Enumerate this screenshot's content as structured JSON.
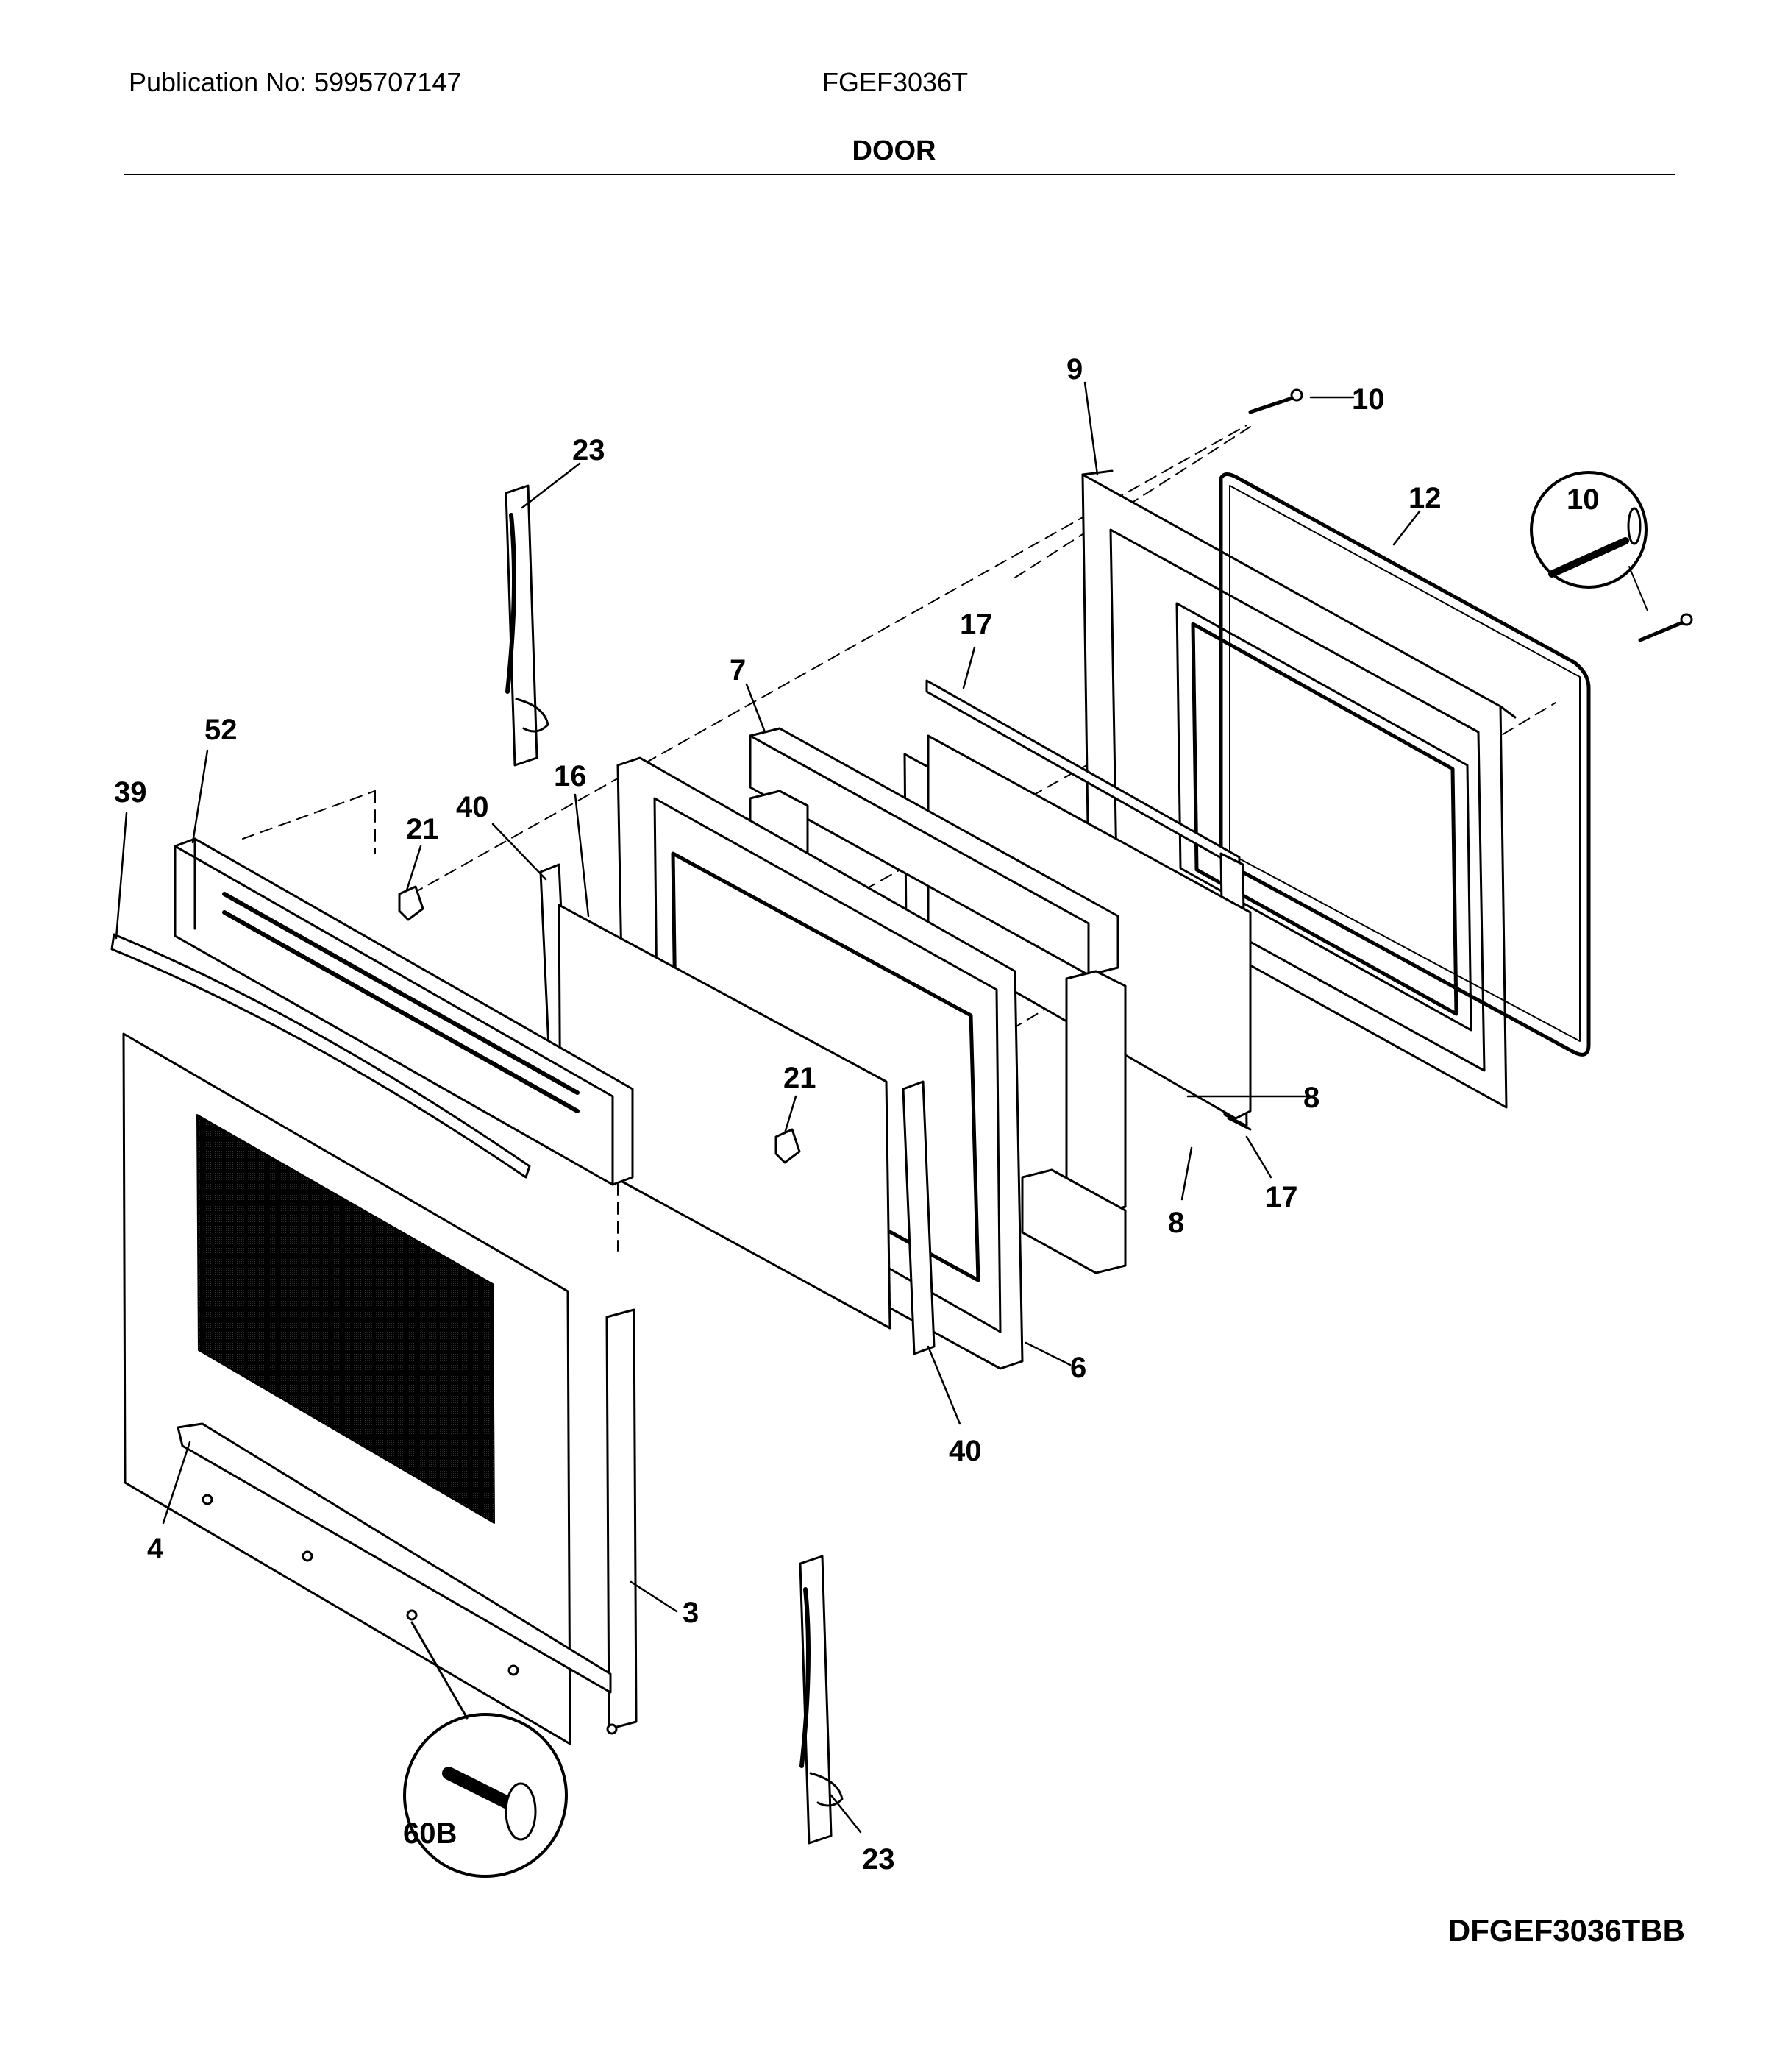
{
  "header": {
    "publication": "Publication No: 5995707147",
    "model": "FGEF3036T",
    "section_title": "DOOR"
  },
  "diagram_code": "DFGEF3036TBB",
  "callouts": {
    "c9": "9",
    "c10a": "10",
    "c10b": "10",
    "c12": "12",
    "c23a": "23",
    "c23b": "23",
    "c17a": "17",
    "c17b": "17",
    "c7": "7",
    "c52": "52",
    "c39": "39",
    "c40a": "40",
    "c40b": "40",
    "c16": "16",
    "c21a": "21",
    "c21b": "21",
    "c8a": "8",
    "c8b": "8",
    "c6": "6",
    "c4": "4",
    "c3": "3",
    "c60b": "60B"
  }
}
